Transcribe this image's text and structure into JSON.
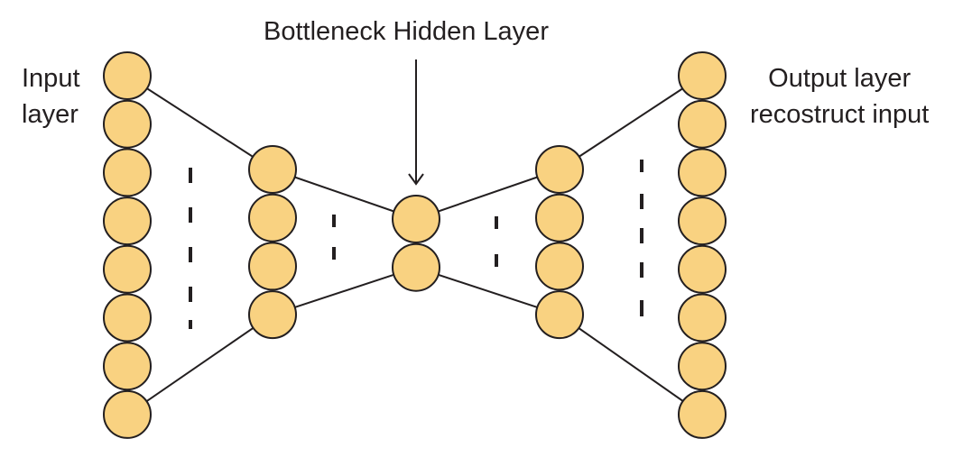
{
  "labels": {
    "input_line1": "Input",
    "input_line2": "layer",
    "bottleneck": "Bottleneck Hidden Layer",
    "output_line1": "Output layer",
    "output_line2": "recostruct input"
  },
  "layers": [
    {
      "name": "input",
      "nodes": 8
    },
    {
      "name": "hidden-1",
      "nodes": 4
    },
    {
      "name": "bottleneck",
      "nodes": 2
    },
    {
      "name": "hidden-2",
      "nodes": 4
    },
    {
      "name": "output",
      "nodes": 8
    }
  ],
  "colors": {
    "node_fill": "#f9d281",
    "node_stroke": "#231f20",
    "line": "#231f20",
    "text": "#231f20"
  }
}
